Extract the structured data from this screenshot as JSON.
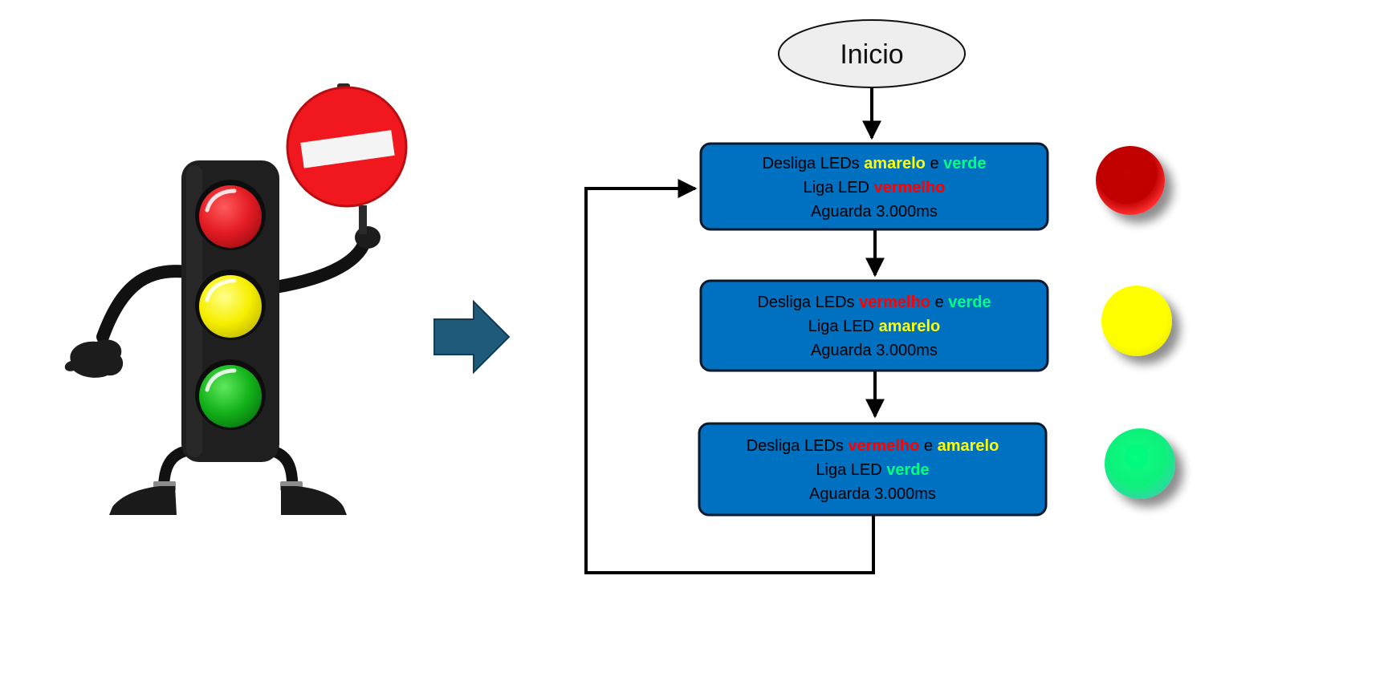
{
  "colors": {
    "box_fill": "#0070c0",
    "box_stroke": "#0a1a2c",
    "red_word": "#ff0000",
    "yellow_word": "#ffff00",
    "green_word": "#00ff80",
    "arrow_block": "#1f5a7a",
    "start_fill": "#eeeeee"
  },
  "flowchart": {
    "start_label": "Inicio",
    "steps": [
      {
        "line1_prefix": "Desliga LEDs ",
        "line1_word1": "amarelo",
        "line1_word1_color": "yellow",
        "line1_mid": " e ",
        "line1_word2": "verde",
        "line1_word2_color": "green",
        "line2_prefix": "Liga LED ",
        "line2_word": "vermelho",
        "line2_word_color": "red",
        "line3": "Aguarda 3.000ms",
        "indicator_color": "red"
      },
      {
        "line1_prefix": "Desliga LEDs ",
        "line1_word1": "vermelho",
        "line1_word1_color": "red",
        "line1_mid": " e ",
        "line1_word2": "verde",
        "line1_word2_color": "green",
        "line2_prefix": "Liga LED ",
        "line2_word": "amarelo",
        "line2_word_color": "yellow",
        "line3": "Aguarda 3.000ms",
        "indicator_color": "yellow"
      },
      {
        "line1_prefix": "Desliga LEDs ",
        "line1_word1": "vermelho",
        "line1_word1_color": "red",
        "line1_mid": " e ",
        "line1_word2": "amarelo",
        "line1_word2_color": "yellow",
        "line2_prefix": "Liga LED ",
        "line2_word": "verde",
        "line2_word_color": "green",
        "line3": "Aguarda 3.000ms",
        "indicator_color": "green"
      }
    ]
  },
  "illustration": {
    "traffic_light_lamps": [
      "red",
      "yellow",
      "green"
    ],
    "sign": "no-entry-sign"
  }
}
